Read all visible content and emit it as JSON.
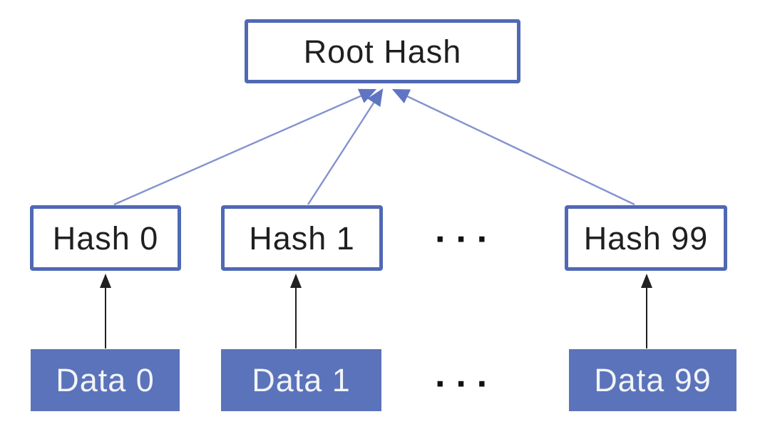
{
  "diagram": {
    "title_implied": "hash tree",
    "root_node": {
      "label": "Root Hash"
    },
    "hash_nodes": [
      {
        "label": "Hash 0"
      },
      {
        "label": "Hash 1"
      },
      {
        "label": "Hash 99"
      }
    ],
    "data_nodes": [
      {
        "label": "Data 0"
      },
      {
        "label": "Data 1"
      },
      {
        "label": "Data 99"
      }
    ],
    "ellipsis_label": "···",
    "colors": {
      "node_border_blue": "#5069b5",
      "data_fill_blue": "#5b73ba",
      "edge_line_blue": "#8492d0",
      "edge_arrow_blue": "#5f75c3",
      "arrow_black": "#212121",
      "node_text_dark": "#1f1f1f",
      "data_text_light": "#f2f4f8",
      "background": "#ffffff"
    }
  }
}
